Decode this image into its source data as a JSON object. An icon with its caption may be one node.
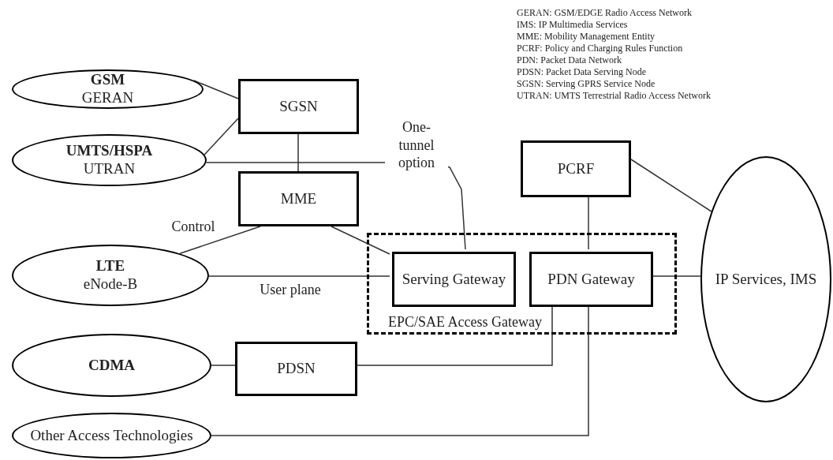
{
  "diagram": {
    "nodes": [
      {
        "text": [
          "GSM",
          "GERAN"
        ]
      },
      {
        "text": [
          "UMTS/HSPA",
          "UTRAN"
        ]
      },
      {
        "text": [
          "LTE",
          "eNode-B"
        ]
      },
      {
        "text": [
          "CDMA"
        ]
      },
      {
        "text": [
          "Other Access Technologies"
        ]
      },
      {
        "text": [
          "SGSN"
        ]
      },
      {
        "text": [
          "MME"
        ]
      },
      {
        "text": [
          "EPC/SAE Access Gateway"
        ]
      },
      {
        "text": [
          "Serving Gateway"
        ],
        "in": 7
      },
      {
        "text": [
          "PDN Gateway"
        ],
        "in": 7
      },
      {
        "text": [
          "PCRF"
        ]
      },
      {
        "text": [
          "IP Services, IMS"
        ]
      },
      {
        "text": [
          "PDSN"
        ]
      }
    ],
    "edges": [
      {
        "from": 0,
        "to": 5,
        "arrow": "none"
      },
      {
        "from": 1,
        "to": 5,
        "arrow": "none"
      },
      {
        "from": 1,
        "to": 8,
        "arrow": "none",
        "label": "One-tunnel option"
      },
      {
        "from": 5,
        "to": 6,
        "arrow": "none"
      },
      {
        "from": 6,
        "to": 2,
        "arrow": "none",
        "label": "Control"
      },
      {
        "from": 6,
        "to": 8,
        "arrow": "none"
      },
      {
        "from": 2,
        "to": 8,
        "arrow": "none",
        "label": "User plane"
      },
      {
        "from": 10,
        "to": 9,
        "arrow": "none"
      },
      {
        "from": 9,
        "to": 11,
        "arrow": "none"
      },
      {
        "from": 10,
        "to": 11,
        "arrow": "none"
      },
      {
        "from": 3,
        "to": 12,
        "arrow": "none"
      },
      {
        "from": 12,
        "to": 9,
        "arrow": "none"
      },
      {
        "from": 4,
        "to": 9,
        "arrow": "none"
      }
    ],
    "labels": [
      "GERAN: GSM/EDGE Radio Access Network",
      "IMS: IP Multimedia Services",
      "MME: Mobility Management Entity",
      "PCRF: Policy and Charging Rules Function",
      "PDN: Packet Data Network",
      "PDSN: Packet Data Serving Node",
      "SGSN: Serving GPRS Service Node",
      "UTRAN: UMTS Terrestrial Radio Access Network"
    ]
  }
}
